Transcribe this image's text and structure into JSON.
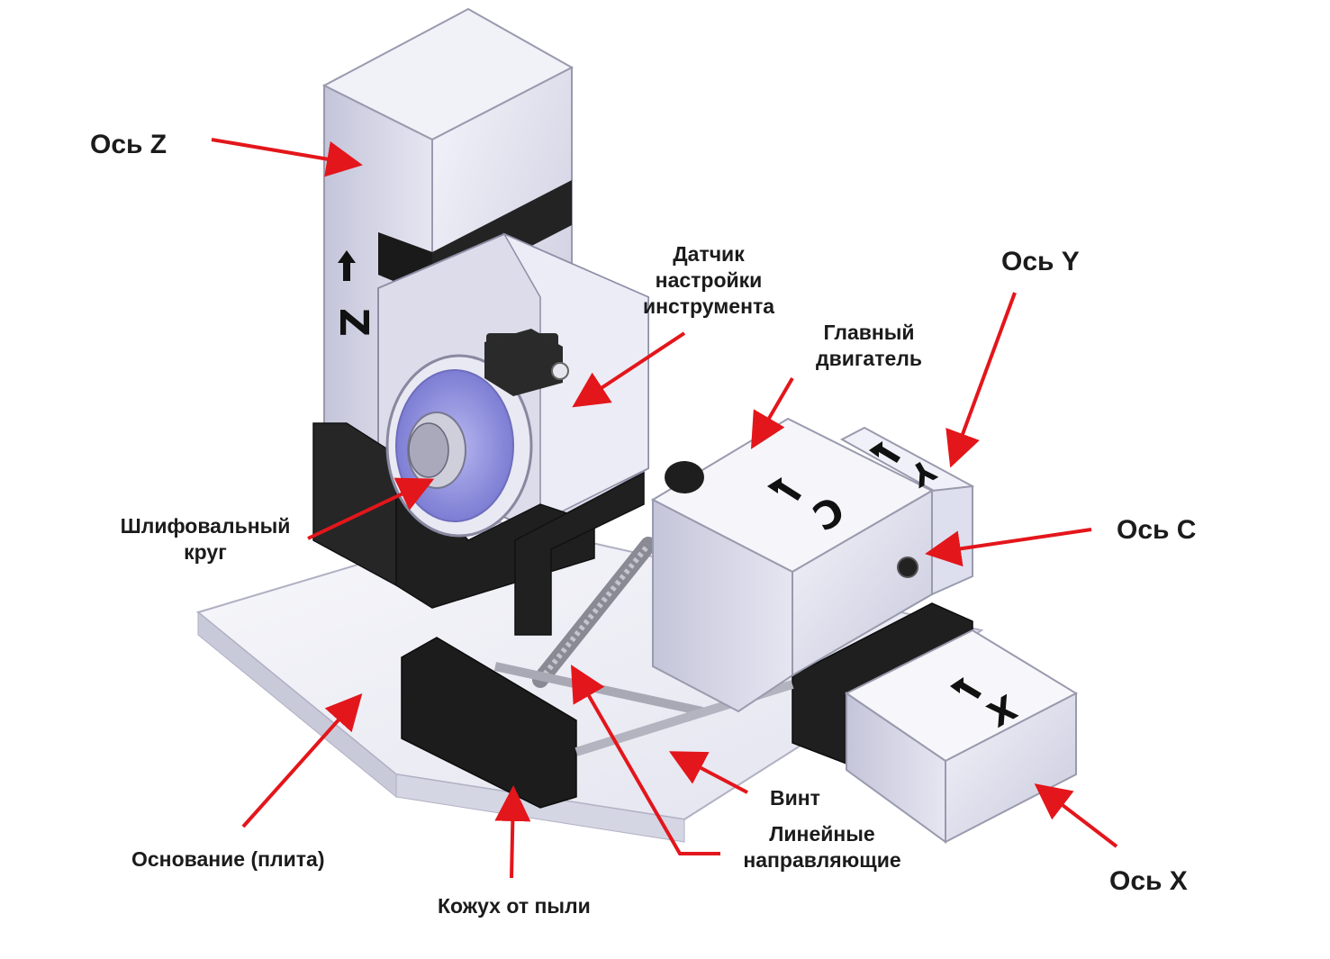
{
  "labels": {
    "axis_z": "Ось Z",
    "axis_y": "Ось Y",
    "axis_c": "Ось C",
    "axis_x": "Ось X",
    "tool_sensor": [
      "Датчик",
      "настройки",
      "инструмента"
    ],
    "main_motor": [
      "Главный",
      "двигатель"
    ],
    "grinding_wheel": [
      "Шлифовальный",
      "круг"
    ],
    "screw": "Винт",
    "linear_guides": [
      "Линейные",
      "направляющие"
    ],
    "base_plate": "Основание (плита)",
    "dust_cover": "Кожух от пыли"
  },
  "axis_marks": {
    "z": "Z",
    "y": "Y",
    "c": "C",
    "x": "X"
  },
  "colors": {
    "arrow": "#e3161b",
    "housing": "#d9dae8",
    "housing_dark": "#b9bace",
    "black_part": "#1f1f1f",
    "wheel": "#8f8fe0",
    "plate": "#eeeeF5"
  }
}
